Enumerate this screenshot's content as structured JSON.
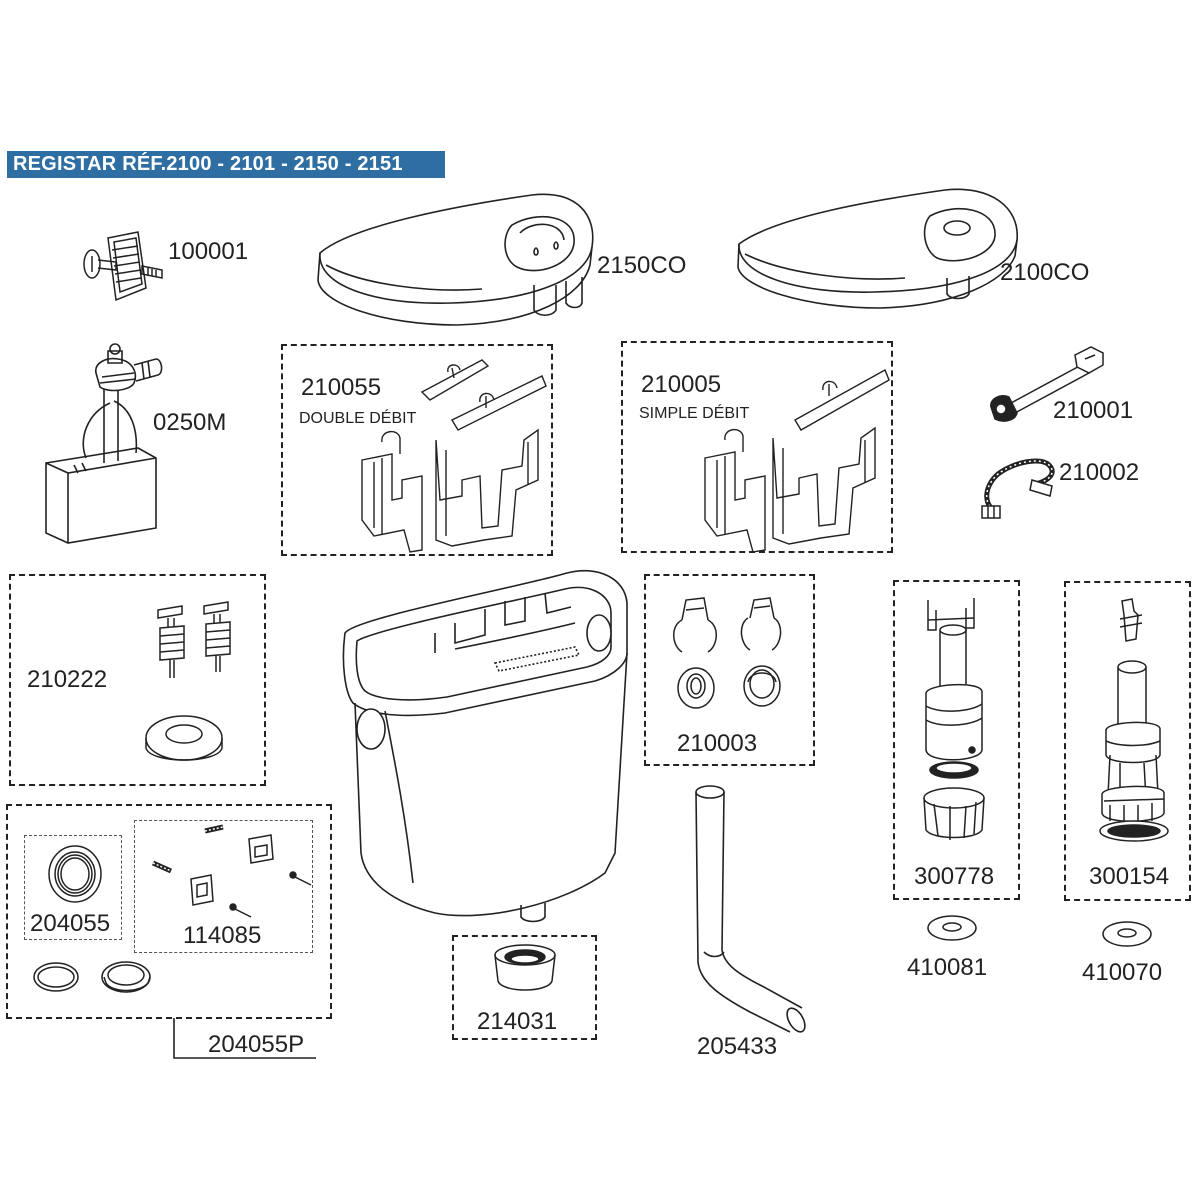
{
  "title": "REGISTAR  RÉF.2100 - 2101 - 2150 - 2151",
  "parts": {
    "p100001": "100001",
    "p2150CO": "2150CO",
    "p2100CO": "2100CO",
    "p0250M": "0250M",
    "p210055": "210055",
    "p210055_sub": "DOUBLE DÉBIT",
    "p210005": "210005",
    "p210005_sub": "SIMPLE DÉBIT",
    "p210001": "210001",
    "p210002": "210002",
    "p210222": "210222",
    "p210003": "210003",
    "p300778": "300778",
    "p300154": "300154",
    "p204055": "204055",
    "p114085": "114085",
    "p204055P": "204055P",
    "p214031": "214031",
    "p205433": "205433",
    "p410081": "410081",
    "p410070": "410070"
  }
}
